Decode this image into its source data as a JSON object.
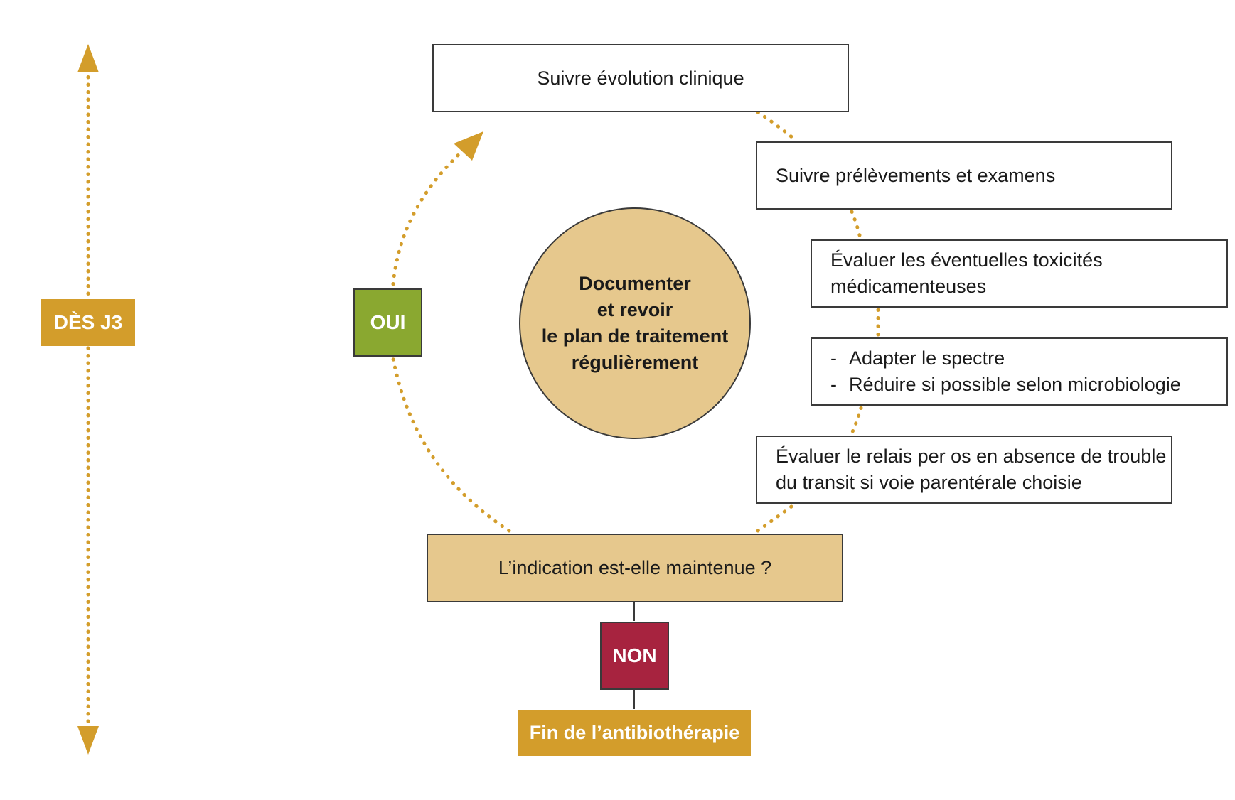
{
  "colors": {
    "gold": "#d39d2b",
    "tan": "#e6c88d",
    "green": "#8aa830",
    "red": "#a7233f",
    "border": "#3a3a3a"
  },
  "timeline": {
    "label": "DÈS J3",
    "icon": "double-headed-dotted-arrow-icon"
  },
  "hub": {
    "lines": [
      "Documenter",
      "et revoir",
      "le plan de traitement",
      "régulièrement"
    ]
  },
  "steps": [
    {
      "lines": [
        "Suivre évolution clinique"
      ]
    },
    {
      "lines": [
        "Suivre prélèvements et examens"
      ]
    },
    {
      "lines": [
        "Évaluer les éventuelles toxicités",
        "médicamenteuses"
      ]
    },
    {
      "lines": [
        "Adapter le spectre",
        "Réduire si possible selon microbiologie"
      ]
    },
    {
      "lines": [
        "Évaluer le relais per os en absence de trouble",
        "du transit si voie parentérale choisie"
      ]
    }
  ],
  "question": "L’indication est-elle maintenue ?",
  "yes_label": "OUI",
  "no_label": "NON",
  "end_label": "Fin de l’antibiothérapie"
}
